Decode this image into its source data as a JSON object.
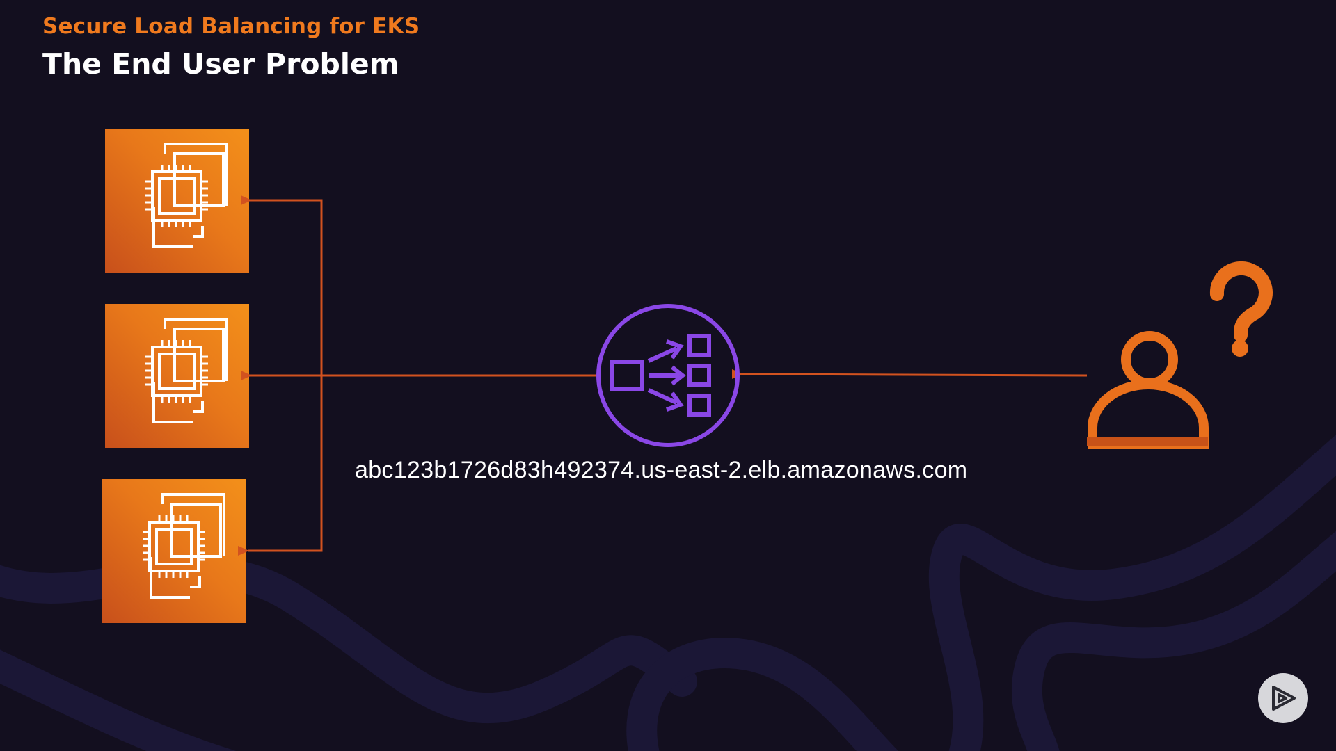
{
  "header": {
    "subtitle": "Secure Load Balancing for EKS",
    "title": "The End User Problem"
  },
  "elb": {
    "dns_name": "abc123b1726d83h492374.us-east-2.elb.amazonaws.com"
  },
  "colors": {
    "background": "#130f1f",
    "accent_orange": "#f07a1e",
    "arrow": "#d2521f",
    "elb_purple": "#8a47e6",
    "user_orange": "#e9701c"
  },
  "icons": {
    "instances": [
      "ec2-instance-icon",
      "ec2-instance-icon",
      "ec2-instance-icon"
    ],
    "load_balancer": "elastic-load-balancer-icon",
    "user": "user-icon",
    "question": "question-mark-icon",
    "player": "play-icon"
  }
}
